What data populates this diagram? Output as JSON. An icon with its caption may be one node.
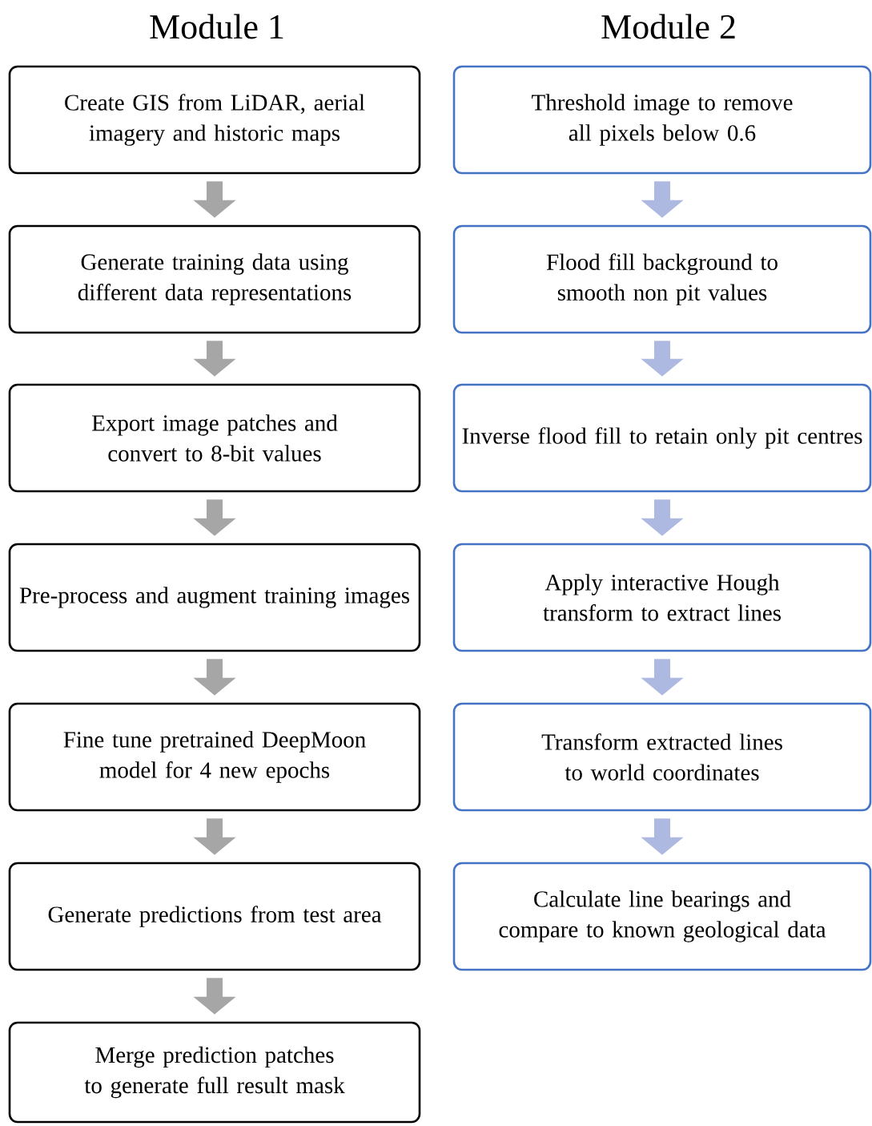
{
  "diagram": {
    "nodes": [
      {
        "text": [
          "Create GIS from LiDAR, aerial imagery and historic maps"
        ]
      },
      {
        "text": [
          "Generate training data using different data representations"
        ]
      },
      {
        "text": [
          "Export image patches and convert to 8-bit values"
        ]
      },
      {
        "text": [
          "Pre-process and augment training images"
        ]
      },
      {
        "text": [
          "Fine tune pretrained DeepMoon model for 4 new epochs"
        ]
      },
      {
        "text": [
          "Generate predictions from test area"
        ]
      },
      {
        "text": [
          "Merge prediction patches to generate full result mask"
        ]
      },
      {
        "text": [
          "Threshold image to remove all pixels below 0.6"
        ]
      },
      {
        "text": [
          "Flood fill background to smooth non pit values"
        ]
      },
      {
        "text": [
          "Inverse flood fill to retain only pit centres"
        ]
      },
      {
        "text": [
          "Apply interactive Hough transform to extract lines"
        ]
      },
      {
        "text": [
          "Transform extracted lines to world coordinates"
        ]
      },
      {
        "text": [
          "Calculate line bearings and compare to known geological data"
        ]
      }
    ],
    "edges": [
      {
        "from": 0,
        "to": 1,
        "arrow": "to"
      },
      {
        "from": 1,
        "to": 2,
        "arrow": "to"
      },
      {
        "from": 2,
        "to": 3,
        "arrow": "to"
      },
      {
        "from": 3,
        "to": 4,
        "arrow": "to"
      },
      {
        "from": 4,
        "to": 5,
        "arrow": "to"
      },
      {
        "from": 5,
        "to": 6,
        "arrow": "to"
      },
      {
        "from": 7,
        "to": 8,
        "arrow": "to",
        "color": "#adb9e0"
      },
      {
        "from": 8,
        "to": 9,
        "arrow": "to",
        "color": "#adb9e0"
      },
      {
        "from": 9,
        "to": 10,
        "arrow": "to",
        "color": "#adb9e0"
      },
      {
        "from": 10,
        "to": 11,
        "arrow": "to",
        "color": "#adb9e0"
      },
      {
        "from": 11,
        "to": 12,
        "arrow": "to",
        "color": "#adb9e0"
      }
    ],
    "labels": [
      "Module 1",
      "Module 2"
    ]
  }
}
